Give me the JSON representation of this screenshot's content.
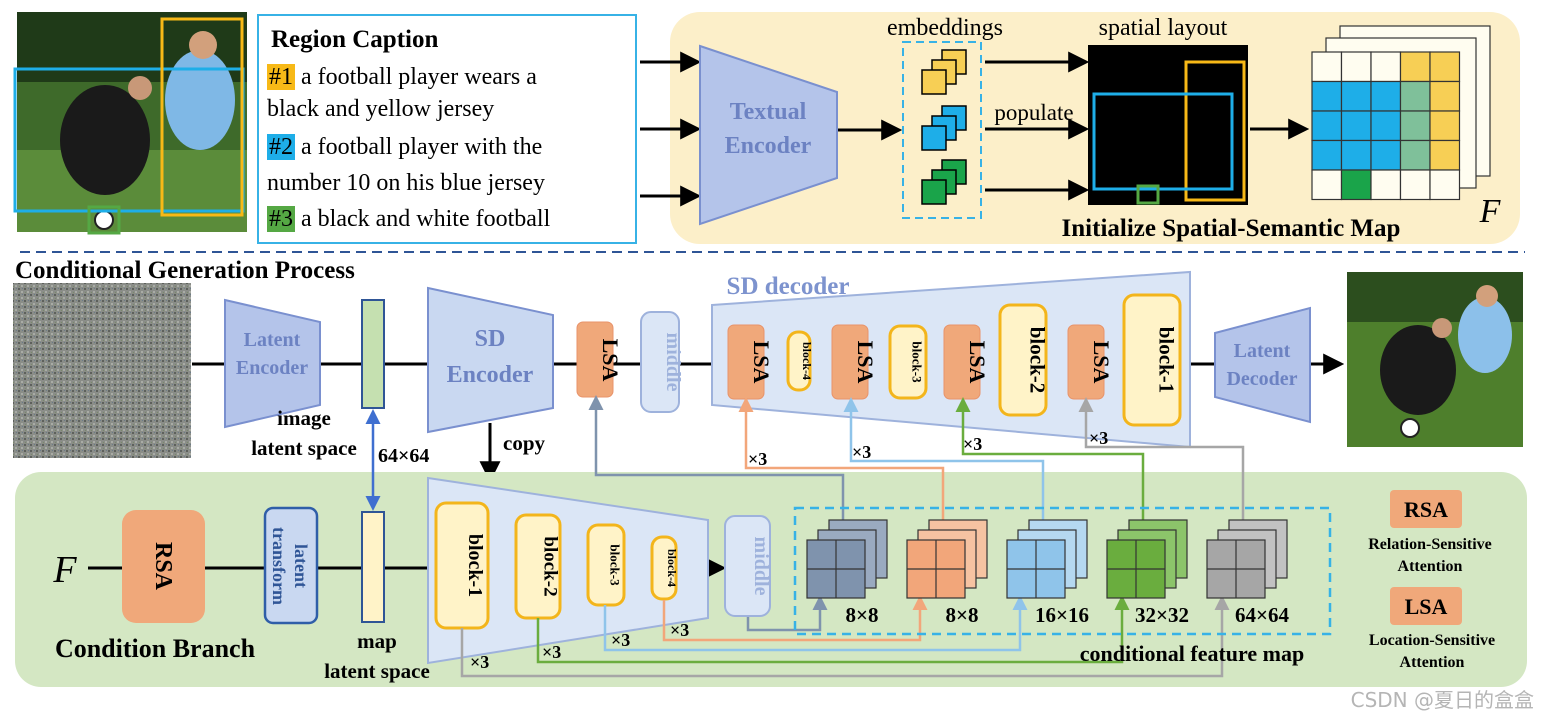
{
  "region_caption": {
    "title": "Region Caption",
    "items": [
      {
        "tag": "#1",
        "color": "#f7b917",
        "line1": " a football player wears a",
        "line2": "black and yellow jersey"
      },
      {
        "tag": "#2",
        "color": "#1eaee8",
        "line1": " a football player with the",
        "line2": "number 10 on his blue jersey"
      },
      {
        "tag": "#3",
        "color": "#55a844",
        "line1": " a black and white football",
        "line2": ""
      }
    ]
  },
  "top": {
    "textual_encoder": "Textual\nEncoder",
    "embeddings_label": "embeddings",
    "spatial_layout_label": "spatial layout",
    "populate_label": "populate",
    "init_map_label": "Initialize Spatial-Semantic Map",
    "f_symbol": "F"
  },
  "generation": {
    "title": "Conditional Generation Process",
    "latent_encoder": "Latent\nEncoder",
    "image_latent_space": "image\nlatent space",
    "size_64": "64×64",
    "sd_encoder": "SD\nEncoder",
    "copy_label": "copy",
    "lsa": "LSA",
    "middle": "middle",
    "sd_decoder": "SD decoder",
    "block4": "block-4",
    "block3": "block-3",
    "block2": "block-2",
    "block1": "block-1",
    "latent_decoder": "Latent\nDecoder",
    "x3": "×3"
  },
  "condition": {
    "f_symbol": "F",
    "rsa": "RSA",
    "latent_transform": "latent\ntransform",
    "map_latent_space": "map\nlatent space",
    "branch_label": "Condition Branch",
    "feature_map_label": "conditional feature map",
    "sizes": [
      "8×8",
      "8×8",
      "16×16",
      "32×32",
      "64×64"
    ]
  },
  "legend": {
    "rsa": "RSA",
    "rsa_desc": "Relation-Sensitive\nAttention",
    "lsa": "LSA",
    "lsa_desc": "Location-Sensitive\nAttention"
  },
  "watermark": "CSDN @夏日的盒盒",
  "colors": {
    "yellow_panel": "#fcefc9",
    "green_panel": "#d4e7c3",
    "encoder_fill": "#b4c4ea",
    "encoder_stroke": "#7a90cf",
    "lsa_fill": "#f0a87a",
    "block_fill": "#fff3c8",
    "block_stroke": "#f3b51b",
    "cyan": "#37b2e6",
    "gray_blue": "#7f93ad",
    "orange": "#f2a67a",
    "light_blue": "#8fc4ea",
    "green": "#6aad3e",
    "gray": "#a6a6a6"
  }
}
